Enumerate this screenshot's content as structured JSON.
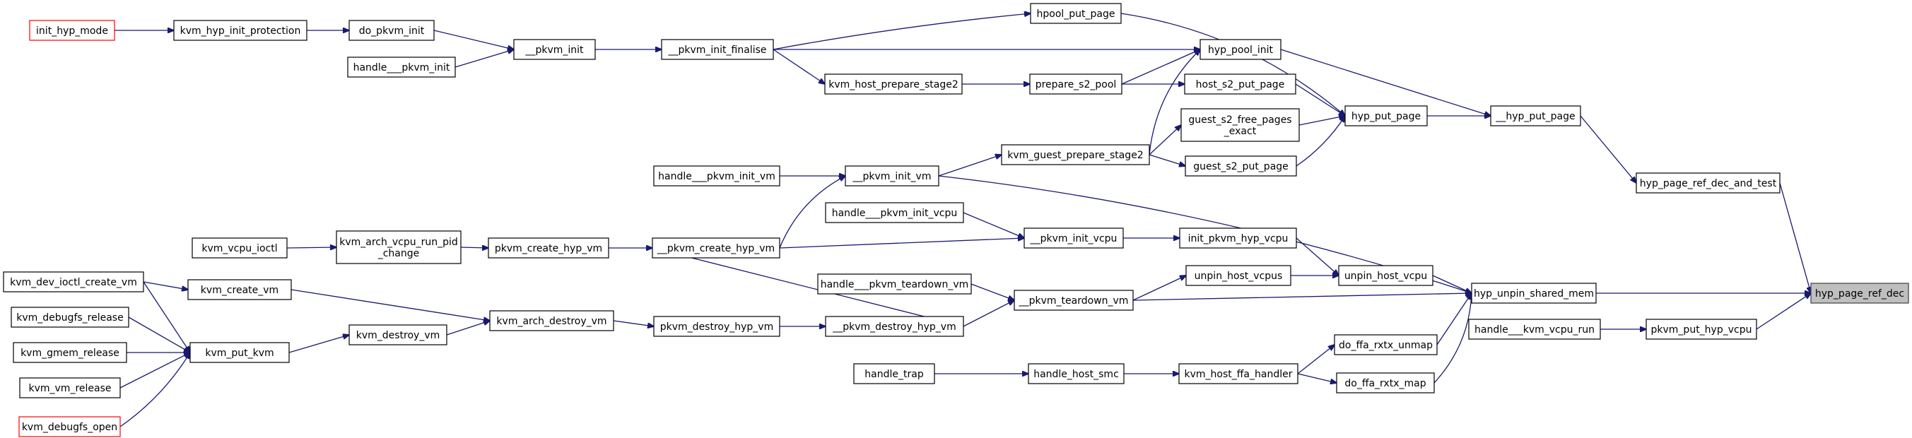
{
  "diagram": {
    "nodes": [
      {
        "id": "init_hyp_mode",
        "label": [
          "init_hyp_mode"
        ],
        "truncated": true
      },
      {
        "id": "kvm_hyp_init_protection",
        "label": [
          "kvm_hyp_init_protection"
        ]
      },
      {
        "id": "do_pkvm_init",
        "label": [
          "do_pkvm_init"
        ]
      },
      {
        "id": "handle___pkvm_init",
        "label": [
          "handle___pkvm_init"
        ]
      },
      {
        "id": "__pkvm_init",
        "label": [
          "__pkvm_init"
        ]
      },
      {
        "id": "__pkvm_init_finalise",
        "label": [
          "__pkvm_init_finalise"
        ]
      },
      {
        "id": "kvm_host_prepare_stage2",
        "label": [
          "kvm_host_prepare_stage2"
        ]
      },
      {
        "id": "hpool_put_page",
        "label": [
          "hpool_put_page"
        ]
      },
      {
        "id": "hyp_pool_init",
        "label": [
          "hyp_pool_init"
        ]
      },
      {
        "id": "prepare_s2_pool",
        "label": [
          "prepare_s2_pool"
        ]
      },
      {
        "id": "host_s2_put_page",
        "label": [
          "host_s2_put_page"
        ]
      },
      {
        "id": "guest_s2_free_pages_exact",
        "label": [
          "guest_s2_free_pages",
          "_exact"
        ]
      },
      {
        "id": "guest_s2_put_page",
        "label": [
          "guest_s2_put_page"
        ]
      },
      {
        "id": "kvm_guest_prepare_stage2",
        "label": [
          "kvm_guest_prepare_stage2"
        ]
      },
      {
        "id": "hyp_put_page",
        "label": [
          "hyp_put_page"
        ]
      },
      {
        "id": "__hyp_put_page",
        "label": [
          "__hyp_put_page"
        ]
      },
      {
        "id": "hyp_page_ref_dec_and_test",
        "label": [
          "hyp_page_ref_dec_and_test"
        ]
      },
      {
        "id": "handle___pkvm_init_vm",
        "label": [
          "handle___pkvm_init_vm"
        ]
      },
      {
        "id": "__pkvm_init_vm",
        "label": [
          "__pkvm_init_vm"
        ]
      },
      {
        "id": "kvm_vcpu_ioctl",
        "label": [
          "kvm_vcpu_ioctl"
        ]
      },
      {
        "id": "kvm_arch_vcpu_run_pid_change",
        "label": [
          "kvm_arch_vcpu_run_pid",
          "_change"
        ]
      },
      {
        "id": "pkvm_create_hyp_vm",
        "label": [
          "pkvm_create_hyp_vm"
        ]
      },
      {
        "id": "__pkvm_create_hyp_vm",
        "label": [
          "__pkvm_create_hyp_vm"
        ]
      },
      {
        "id": "handle___pkvm_init_vcpu",
        "label": [
          "handle___pkvm_init_vcpu"
        ]
      },
      {
        "id": "__pkvm_init_vcpu",
        "label": [
          "__pkvm_init_vcpu"
        ]
      },
      {
        "id": "init_pkvm_hyp_vcpu",
        "label": [
          "init_pkvm_hyp_vcpu"
        ]
      },
      {
        "id": "kvm_dev_ioctl_create_vm",
        "label": [
          "kvm_dev_ioctl_create_vm"
        ]
      },
      {
        "id": "kvm_create_vm",
        "label": [
          "kvm_create_vm"
        ]
      },
      {
        "id": "handle___pkvm_teardown_vm",
        "label": [
          "handle___pkvm_teardown_vm"
        ]
      },
      {
        "id": "unpin_host_vcpus",
        "label": [
          "unpin_host_vcpus"
        ]
      },
      {
        "id": "unpin_host_vcpu",
        "label": [
          "unpin_host_vcpu"
        ]
      },
      {
        "id": "kvm_debugfs_release",
        "label": [
          "kvm_debugfs_release"
        ]
      },
      {
        "id": "kvm_destroy_vm",
        "label": [
          "kvm_destroy_vm"
        ]
      },
      {
        "id": "kvm_arch_destroy_vm",
        "label": [
          "kvm_arch_destroy_vm"
        ]
      },
      {
        "id": "pkvm_destroy_hyp_vm",
        "label": [
          "pkvm_destroy_hyp_vm"
        ]
      },
      {
        "id": "__pkvm_teardown_vm",
        "label": [
          "__pkvm_teardown_vm"
        ]
      },
      {
        "id": "__pkvm_destroy_hyp_vm",
        "label": [
          "__pkvm_destroy_hyp_vm"
        ]
      },
      {
        "id": "hyp_unpin_shared_mem",
        "label": [
          "hyp_unpin_shared_mem"
        ]
      },
      {
        "id": "hyp_page_ref_dec",
        "label": [
          "hyp_page_ref_dec"
        ],
        "root": true
      },
      {
        "id": "kvm_gmem_release",
        "label": [
          "kvm_gmem_release"
        ]
      },
      {
        "id": "kvm_put_kvm",
        "label": [
          "kvm_put_kvm"
        ]
      },
      {
        "id": "handle___kvm_vcpu_run",
        "label": [
          "handle___kvm_vcpu_run"
        ]
      },
      {
        "id": "pkvm_put_hyp_vcpu",
        "label": [
          "pkvm_put_hyp_vcpu"
        ]
      },
      {
        "id": "do_ffa_rxtx_unmap",
        "label": [
          "do_ffa_rxtx_unmap"
        ]
      },
      {
        "id": "kvm_vm_release",
        "label": [
          "kvm_vm_release"
        ]
      },
      {
        "id": "handle_trap",
        "label": [
          "handle_trap"
        ]
      },
      {
        "id": "handle_host_smc",
        "label": [
          "handle_host_smc"
        ]
      },
      {
        "id": "kvm_host_ffa_handler",
        "label": [
          "kvm_host_ffa_handler"
        ]
      },
      {
        "id": "do_ffa_rxtx_map",
        "label": [
          "do_ffa_rxtx_map"
        ]
      },
      {
        "id": "kvm_debugfs_open",
        "label": [
          "kvm_debugfs_open"
        ],
        "truncated": true
      }
    ]
  }
}
